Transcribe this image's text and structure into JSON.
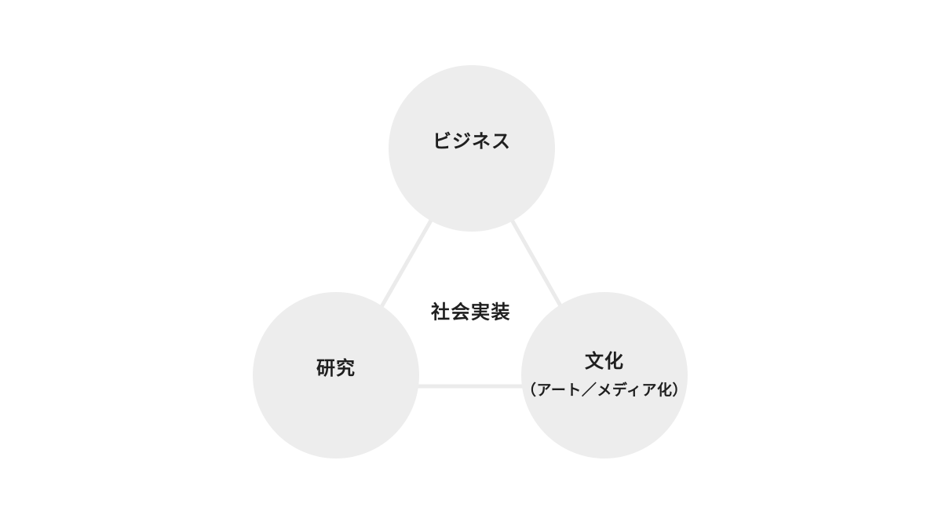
{
  "colors": {
    "background": "#ffffff",
    "circle-fill": "#ededed",
    "connector": "#ebebeb",
    "text": "#1f1f1f"
  },
  "diagram": {
    "center_label": "社会実装",
    "nodes": [
      {
        "id": "business",
        "label": "ビジネス"
      },
      {
        "id": "research",
        "label": "研究"
      },
      {
        "id": "culture",
        "label": "文化",
        "sublabel": "（アート／メディア化）"
      }
    ]
  }
}
